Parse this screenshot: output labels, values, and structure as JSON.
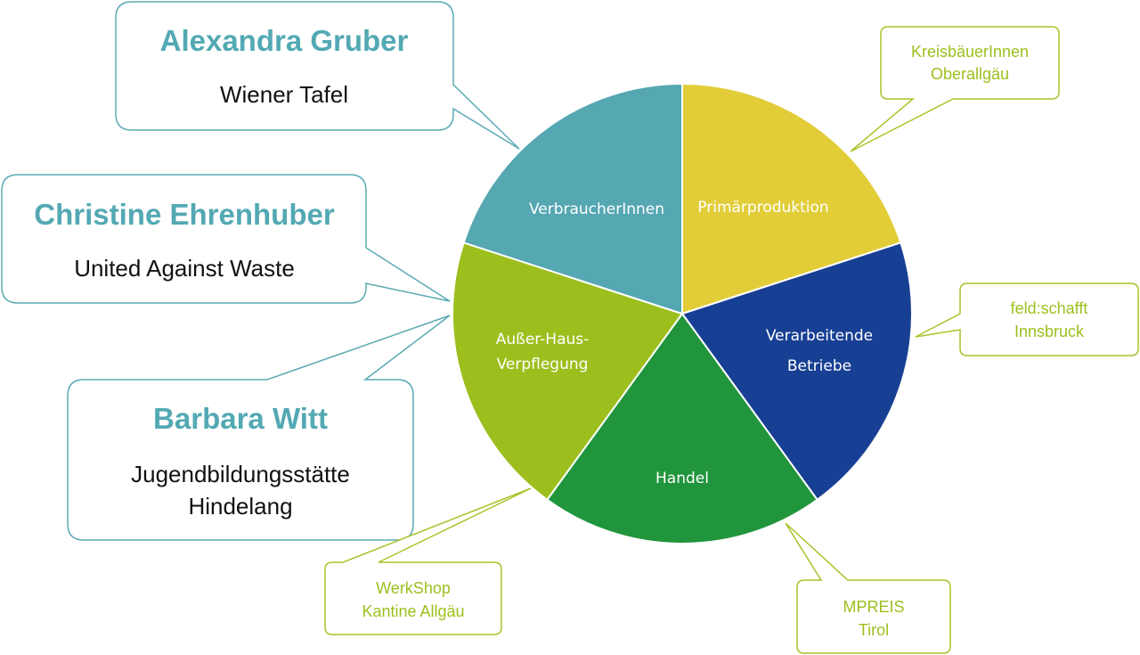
{
  "colors": {
    "teal": "#55a7b2",
    "yellow": "#e2cd39",
    "navy": "#173f94",
    "green": "#21953c",
    "lime": "#9dbf1e",
    "callout_teal": "#5aaab3",
    "callout_green": "#a8c42a"
  },
  "segments": [
    {
      "label": "Primärproduktion",
      "color": "#e2cd39"
    },
    {
      "label_lines": [
        "Verarbeitende",
        "Betriebe"
      ],
      "color": "#173f94"
    },
    {
      "label": "Handel",
      "color": "#21953c"
    },
    {
      "label_lines": [
        "Außer-Haus-",
        "Verpflegung"
      ],
      "color": "#9dbf1e"
    },
    {
      "label": "VerbraucherInnen",
      "color": "#55a7b2"
    }
  ],
  "callouts": {
    "alexandra": {
      "name": "Alexandra Gruber",
      "org": "Wiener Tafel"
    },
    "christine": {
      "name": "Christine Ehrenhuber",
      "org": "United Against Waste"
    },
    "barbara": {
      "name": "Barbara Witt",
      "org_lines": [
        "Jugendbildungsstätte",
        "Hindelang"
      ]
    },
    "kreis": {
      "lines": [
        "KreisbäuerInnen",
        "Oberallgäu"
      ]
    },
    "feld": {
      "lines": [
        "feld:schafft",
        "Innsbruck"
      ]
    },
    "mpreis": {
      "lines": [
        "MPREIS",
        "Tirol"
      ]
    },
    "werkshop": {
      "lines": [
        "WerkShop",
        "Kantine Allgäu"
      ]
    }
  }
}
